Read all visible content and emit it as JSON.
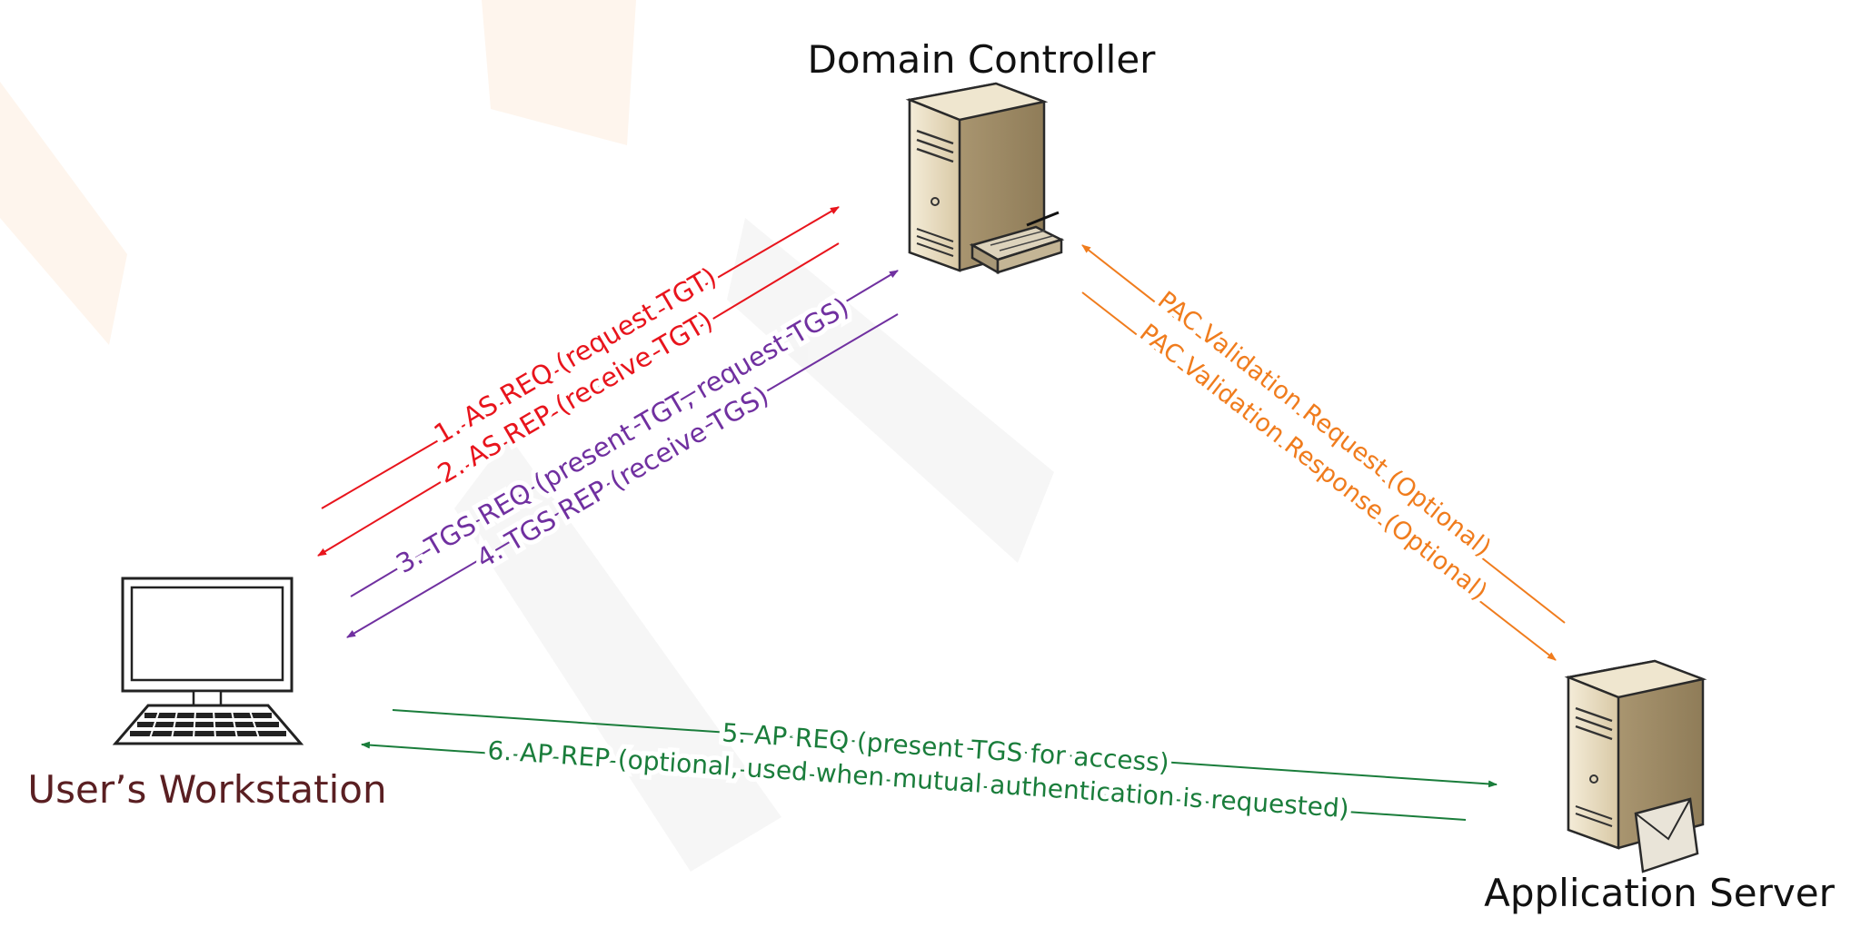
{
  "nodes": {
    "domain_controller": {
      "label": "Domain Controller",
      "icon": "server-icon"
    },
    "workstation": {
      "label": "User’s Workstation",
      "icon": "desktop-computer-icon"
    },
    "app_server": {
      "label": "Application Server",
      "icon": "server-icon"
    }
  },
  "flows": {
    "as_req": {
      "label": "1. AS REQ (request TGT)",
      "color": "#e8141c"
    },
    "as_rep": {
      "label": "2. AS REP (receive TGT)",
      "color": "#e8141c"
    },
    "tgs_req": {
      "label": "3. TGS REQ (present TGT, request TGS)",
      "color": "#7030a0"
    },
    "tgs_rep": {
      "label": "4. TGS REP (receive TGS)",
      "color": "#7030a0"
    },
    "pac_req": {
      "label": "PAC Validation Request (Optional)",
      "color": "#f07c1d"
    },
    "pac_rep": {
      "label": "PAC Validation Response (Optional)",
      "color": "#f07c1d"
    },
    "ap_req": {
      "label": "5. AP REQ (present TGS for access)",
      "color": "#1a7d3b"
    },
    "ap_rep": {
      "label": "6. AP REP (optional, used when mutual authentication is requested)",
      "color": "#1a7d3b"
    }
  },
  "colors": {
    "workstation_label": "#5a1f22",
    "label_text": "#111111"
  }
}
